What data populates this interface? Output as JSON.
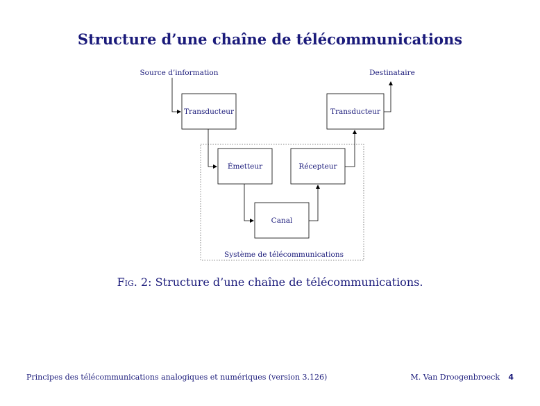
{
  "slide": {
    "title": "Structure d’une chaîne de télécommunications",
    "caption_prefix": "Fig.",
    "caption_number": "2:",
    "caption_text": "Structure d’une chaîne de télécommunications.",
    "footer_left": "Principes des télécommunications analogiques et numériques (version 3.126)",
    "footer_author": "M. Van Droogenbroeck",
    "page_number": "4"
  },
  "diagram": {
    "source_label": "Source d’information",
    "destination_label": "Destinataire",
    "transducer_in": "Transducteur",
    "transducer_out": "Transducteur",
    "emitter": "Émetteur",
    "receiver": "Récepteur",
    "channel": "Canal",
    "system_label": "Système de télécommunications"
  },
  "colors": {
    "text": "#1a1a7a",
    "lines": "#000000",
    "dotted_border": "#666666"
  }
}
